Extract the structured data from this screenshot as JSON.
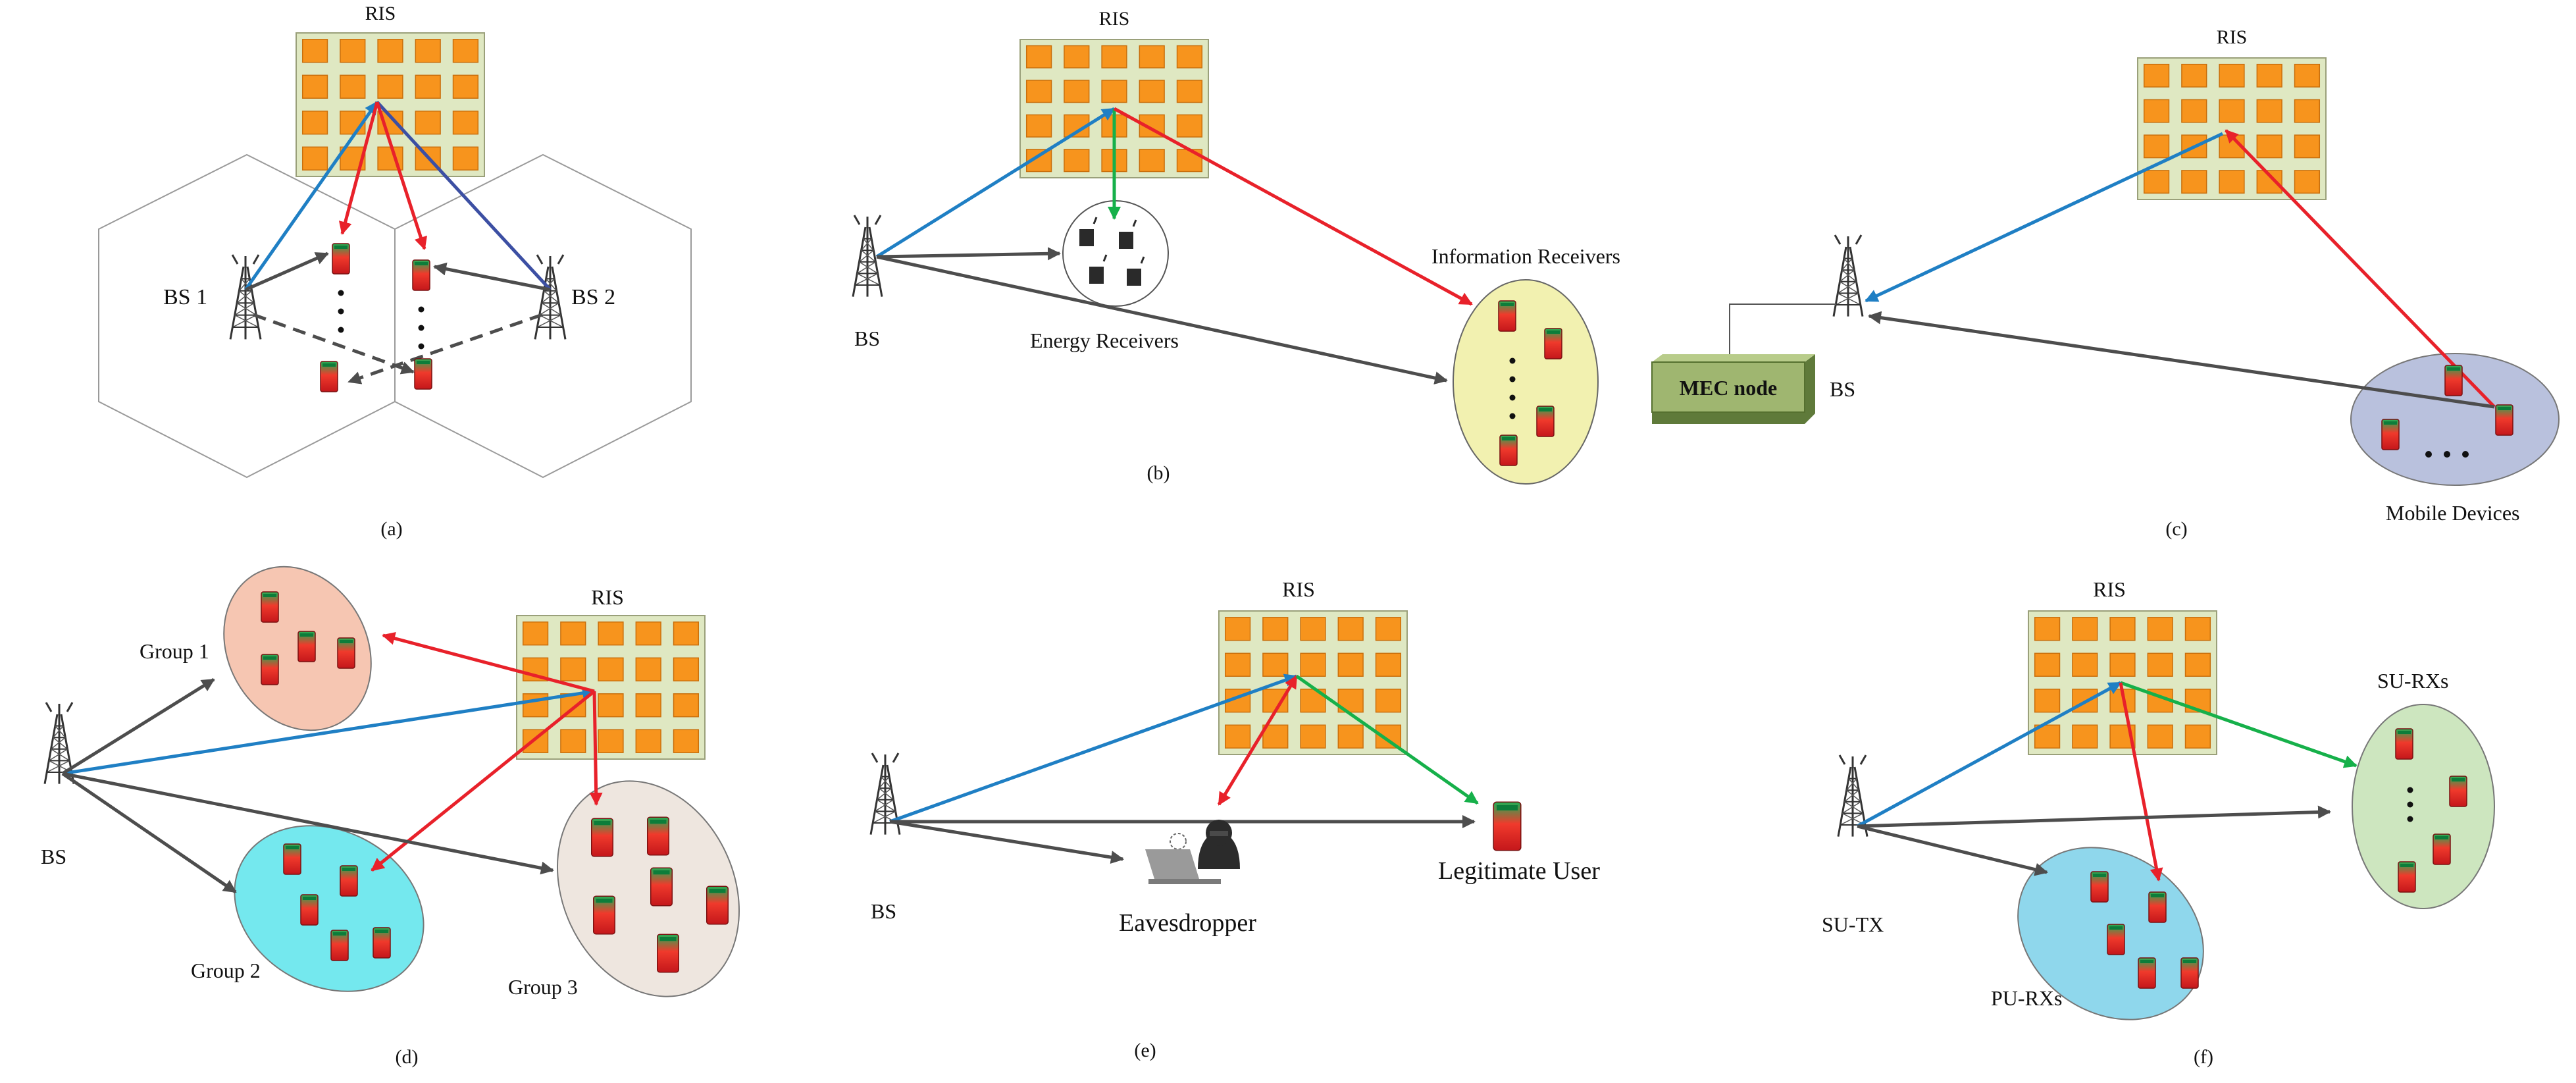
{
  "colors": {
    "blue_link": "#1f7fc4",
    "red_link": "#e8212a",
    "green_link": "#16b04a",
    "gray_link": "#4d4d4d",
    "ris_panel": "#dfe8c2",
    "ris_element": "#f7941d",
    "ir_cluster": "#f2f1b0",
    "mobile_cluster": "#b9c1dd",
    "group1": "#f6c6b2",
    "group2": "#74e8ee",
    "group3": "#eee6df",
    "su_rx": "#cde6bf",
    "pu_rx": "#8fd7ec",
    "mec_box": "#9fb670"
  },
  "panels": {
    "a": {
      "caption": "(a)",
      "ris": "RIS",
      "bs1": "BS 1",
      "bs2": "BS 2"
    },
    "b": {
      "caption": "(b)",
      "ris": "RIS",
      "bs": "BS",
      "energy": "Energy Receivers",
      "info": "Information Receivers"
    },
    "c": {
      "caption": "(c)",
      "ris": "RIS",
      "bs": "BS",
      "mec": "MEC node",
      "mobile": "Mobile Devices"
    },
    "d": {
      "caption": "(d)",
      "ris": "RIS",
      "bs": "BS",
      "group1": "Group 1",
      "group2": "Group 2",
      "group3": "Group 3"
    },
    "e": {
      "caption": "(e)",
      "ris": "RIS",
      "bs": "BS",
      "eve": "Eavesdropper",
      "user": "Legitimate User"
    },
    "f": {
      "caption": "(f)",
      "ris": "RIS",
      "tx": "SU-TX",
      "su": "SU-RXs",
      "pu": "PU-RXs"
    }
  }
}
